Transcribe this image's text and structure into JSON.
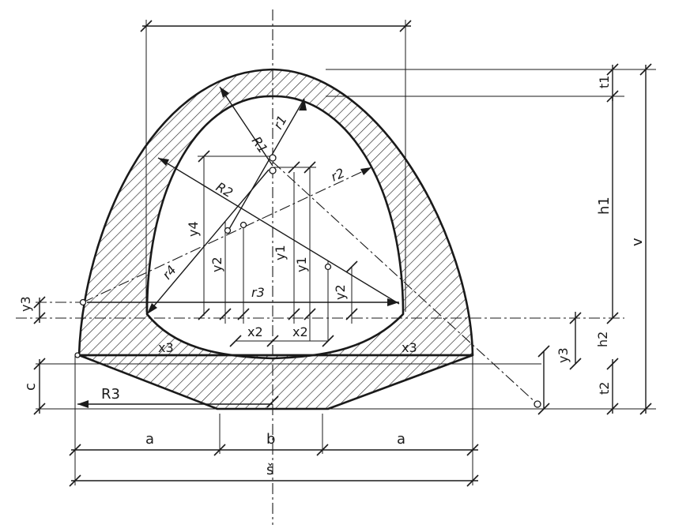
{
  "labels": {
    "R1": "R1",
    "r1": "r1",
    "R2": "R2",
    "r2": "r2",
    "R3": "R3",
    "r3": "r3",
    "r4": "r4",
    "y1a": "y1",
    "y1b": "y1",
    "y2a": "y2",
    "y2b": "y2",
    "y3a": "y3",
    "y3b": "y3",
    "y4": "y4",
    "x2a": "x2",
    "x2b": "x2",
    "x3a": "x3",
    "x3b": "x3",
    "t1": "t1",
    "t2": "t2",
    "h1": "h1",
    "h2": "h2",
    "v": "v",
    "c": "c",
    "a_left": "a",
    "a_right": "a",
    "b": "b",
    "s": "š"
  }
}
